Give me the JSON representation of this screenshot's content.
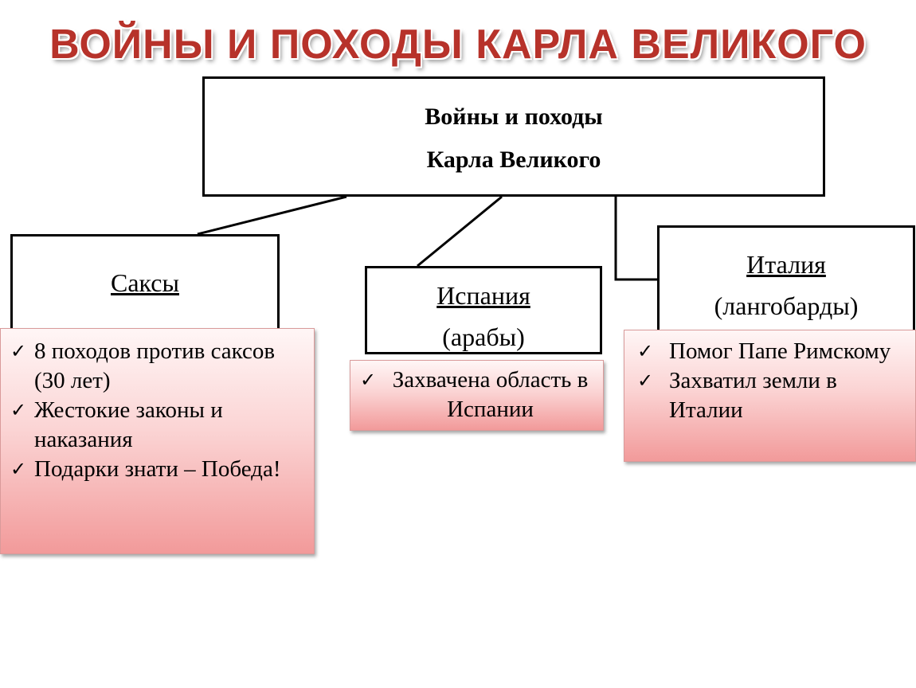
{
  "title": "ВОЙНЫ И ПОХОДЫ КАРЛА ВЕЛИКОГО",
  "root": {
    "line1": "Войны и походы",
    "line2": "Карла Великого"
  },
  "branches": [
    {
      "name": "Саксы",
      "sub": "",
      "items": [
        "8 походов против саксов (30 лет)",
        "Жестокие законы и наказания",
        "Подарки знати – Победа!"
      ]
    },
    {
      "name": "Испания",
      "sub": "(арабы)",
      "items": [
        "Захвачена область в Испании"
      ]
    },
    {
      "name": "Италия",
      "sub": "(лангобарды)",
      "items": [
        "Помог Папе Римскому",
        "Захватил земли в Италии"
      ]
    }
  ],
  "check_icon": "check-icon",
  "colors": {
    "title": "#b7322a",
    "note_top": "#fff6f6",
    "note_bottom": "#f29a9a"
  }
}
